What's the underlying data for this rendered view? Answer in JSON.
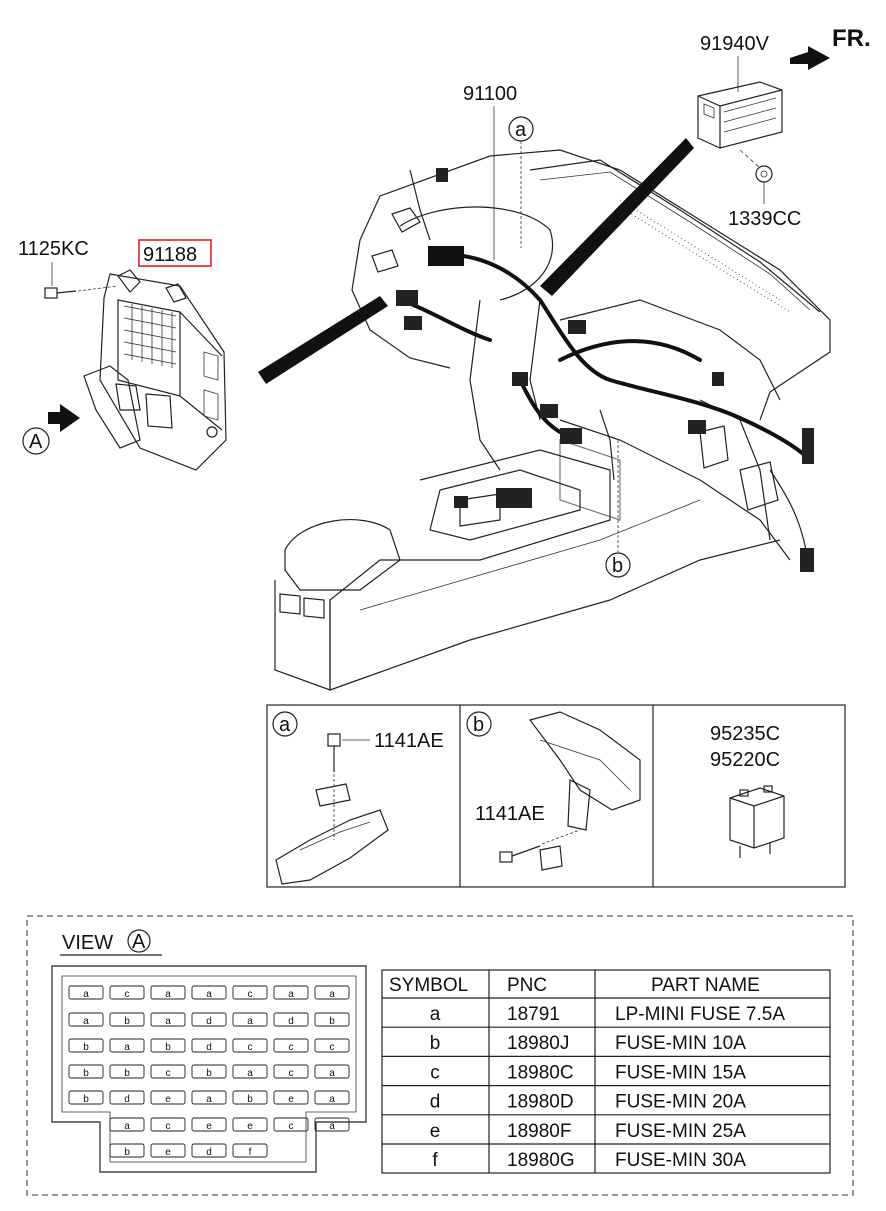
{
  "labels": {
    "fr": "FR.",
    "p91940v": "91940V",
    "p91100": "91100",
    "p1339cc": "1339CC",
    "p1125kc": "1125KC",
    "p91188": "91188",
    "callout_a": "a",
    "callout_b": "b",
    "view_marker": "A"
  },
  "detail_boxes": {
    "a": {
      "callout": "a",
      "part": "1141AE"
    },
    "b": {
      "callout": "b",
      "part": "1141AE"
    },
    "relay": {
      "part1": "95235C",
      "part2": "95220C"
    }
  },
  "view": {
    "title": "VIEW",
    "marker": "A",
    "fuse_rows": [
      [
        "a",
        "c",
        "a",
        "a",
        "c",
        "a",
        "a"
      ],
      [
        "a",
        "b",
        "a",
        "d",
        "a",
        "d",
        "b"
      ],
      [
        "b",
        "a",
        "b",
        "d",
        "c",
        "c",
        "c"
      ],
      [
        "b",
        "b",
        "c",
        "b",
        "a",
        "c",
        "a"
      ],
      [
        "b",
        "d",
        "e",
        "a",
        "b",
        "e",
        "a"
      ],
      [
        "a",
        "c",
        "e",
        "e",
        "c",
        "a"
      ],
      [
        "b",
        "e",
        "d",
        "f"
      ]
    ]
  },
  "table": {
    "headers": [
      "SYMBOL",
      "PNC",
      "PART NAME"
    ],
    "rows": [
      [
        "a",
        "18791",
        "LP-MINI FUSE 7.5A"
      ],
      [
        "b",
        "18980J",
        "FUSE-MIN 10A"
      ],
      [
        "c",
        "18980C",
        "FUSE-MIN 15A"
      ],
      [
        "d",
        "18980D",
        "FUSE-MIN 20A"
      ],
      [
        "e",
        "18980F",
        "FUSE-MIN 25A"
      ],
      [
        "f",
        "18980G",
        "FUSE-MIN 30A"
      ]
    ]
  },
  "colors": {
    "highlight": "#e02020",
    "ink": "#111111"
  }
}
